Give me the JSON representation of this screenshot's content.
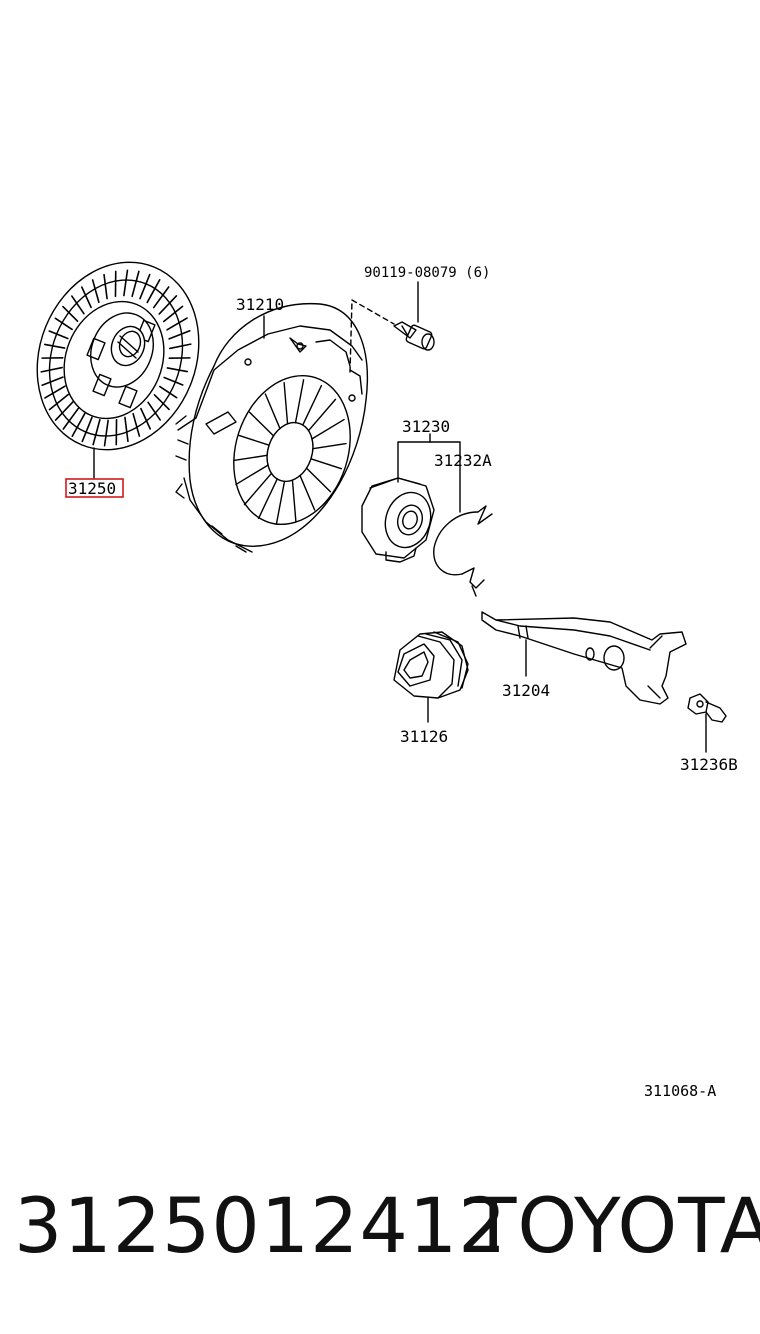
{
  "callouts": {
    "disc": "31250",
    "cover": "31210",
    "bolt": "90119-08079 (6)",
    "bearing_assy": "31230",
    "clip": "31232A",
    "fork": "31204",
    "boot": "31126",
    "pivot": "31236B"
  },
  "figure_code": "311068-A",
  "footer": {
    "part_number": "3125012412",
    "brand": "TOYOTA"
  },
  "colors": {
    "highlight": "#d21a1a",
    "ink": "#000000"
  }
}
